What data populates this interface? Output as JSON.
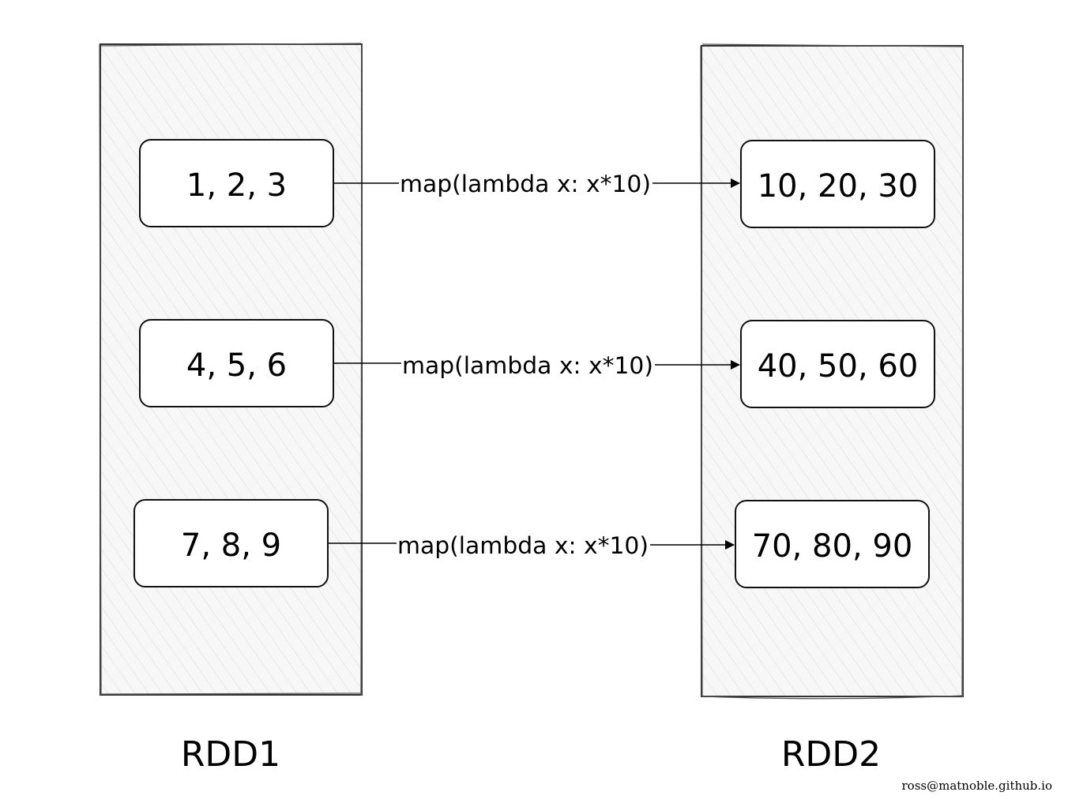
{
  "rdd1": {
    "label": "RDD1",
    "partitions": [
      "1, 2, 3",
      "4, 5, 6",
      "7, 8, 9"
    ]
  },
  "rdd2": {
    "label": "RDD2",
    "partitions": [
      "10, 20, 30",
      "40, 50, 60",
      "70, 80, 90"
    ]
  },
  "edges": [
    {
      "label": "map(lambda x: x*10)"
    },
    {
      "label": "map(lambda x: x*10)"
    },
    {
      "label": "map(lambda x: x*10)"
    }
  ],
  "watermark": "ross@matnoble.github.io",
  "colors": {
    "stroke": "#333333",
    "container_fill": "#f7f7f7",
    "hatch": "#dcdcdc",
    "arrow": "#000000"
  }
}
